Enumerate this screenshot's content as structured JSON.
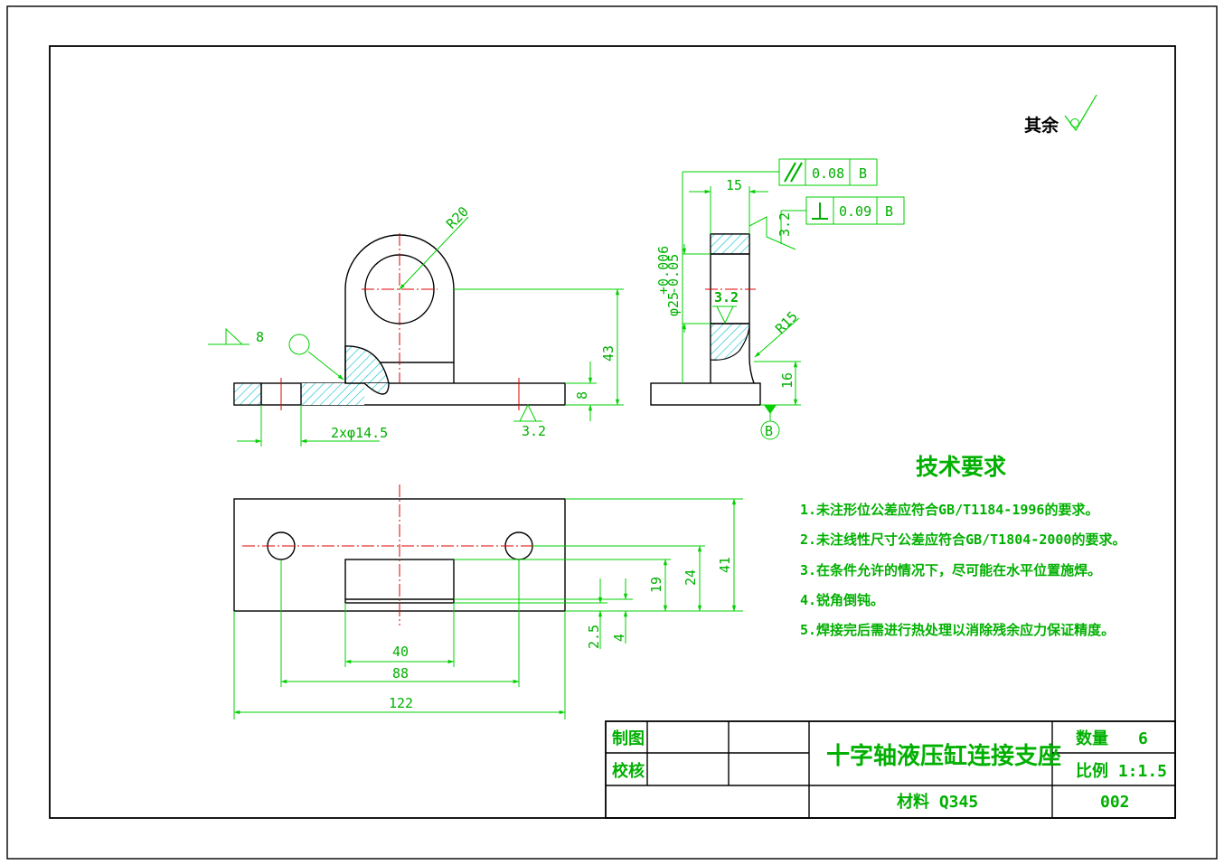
{
  "colors": {
    "outline": "#000000",
    "dimension": "#00d000",
    "text_green": "#00b000",
    "centerline": "#e00000",
    "hatch": "#00c0d0"
  },
  "surface_note": {
    "label": "其余"
  },
  "front_view": {
    "radius_label": "R20",
    "weld_size": "8",
    "height_43": "43",
    "height_8": "8",
    "roughness": "3.2",
    "holes_label": "2xφ14.5"
  },
  "side_view": {
    "width_15": "15",
    "tol_parallel_value": "0.08",
    "tol_parallel_datum": "B",
    "tol_perp_value": "0.09",
    "tol_perp_datum": "B",
    "roughness_top": "3.2",
    "roughness_bore": "3.2",
    "bore_dim": "φ25",
    "bore_tol_upper": "+0.006",
    "bore_tol_lower": "-0.05",
    "radius_label": "R15",
    "height_16": "16",
    "datum": "B"
  },
  "top_view": {
    "dim_40": "40",
    "dim_88": "88",
    "dim_122": "122",
    "dim_41": "41",
    "dim_24": "24",
    "dim_19": "19",
    "dim_2_5": "2.5",
    "dim_4": "4"
  },
  "tech_requirements": {
    "title": "技术要求",
    "items": [
      "1.未注形位公差应符合GB/T1184-1996的要求。",
      "2.未注线性尺寸公差应符合GB/T1804-2000的要求。",
      "3.在条件允许的情况下，尽可能在水平位置施焊。",
      "4.锐角倒钝。",
      "5.焊接完后需进行热处理以消除残余应力保证精度。"
    ]
  },
  "title_block": {
    "drawn_label": "制图",
    "checked_label": "校核",
    "part_name": "十字轴液压缸连接支座",
    "quantity_label": "数量",
    "quantity_value": "6",
    "scale": "比例 1:1.5",
    "material": "材料 Q345",
    "drawing_no": "002"
  }
}
